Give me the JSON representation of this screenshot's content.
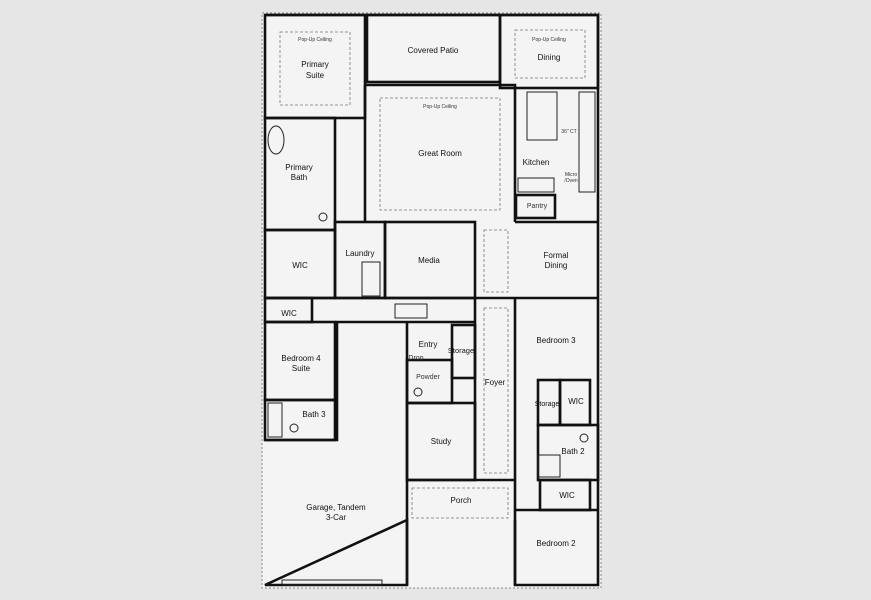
{
  "rooms": {
    "primary_suite": {
      "ceiling": "Pop-Up Ceiling",
      "line1": "Primary",
      "line2": "Suite"
    },
    "covered_patio": "Covered Patio",
    "dining": {
      "ceiling": "Pop-Up Ceiling",
      "name": "Dining"
    },
    "great_room": {
      "ceiling": "Pop-Up Ceiling",
      "name": "Great Room"
    },
    "kitchen": "Kitchen",
    "cooktop": "36\" CT",
    "micro_oven": {
      "line1": "Micro",
      "line2": "/Oven"
    },
    "pantry": "Pantry",
    "primary_bath": {
      "line1": "Primary",
      "line2": "Bath"
    },
    "wic_primary": "WIC",
    "laundry": "Laundry",
    "media": "Media",
    "formal_dining": {
      "line1": "Formal",
      "line2": "Dining"
    },
    "wic_bed4": "WIC",
    "bedroom4": {
      "line1": "Bedroom 4",
      "line2": "Suite"
    },
    "bath3": "Bath 3",
    "entry": "Entry",
    "drop": "Drop",
    "storage_entry": "Storage",
    "powder": "Powder",
    "foyer": "Foyer",
    "study": "Study",
    "porch": "Porch",
    "garage": {
      "line1": "Garage, Tandem",
      "line2": "3-Car"
    },
    "bedroom3": "Bedroom 3",
    "storage_bed": "Storage",
    "wic_bed3": "WIC",
    "bath2": "Bath 2",
    "wic_bed2": "WIC",
    "bedroom2": "Bedroom 2"
  }
}
